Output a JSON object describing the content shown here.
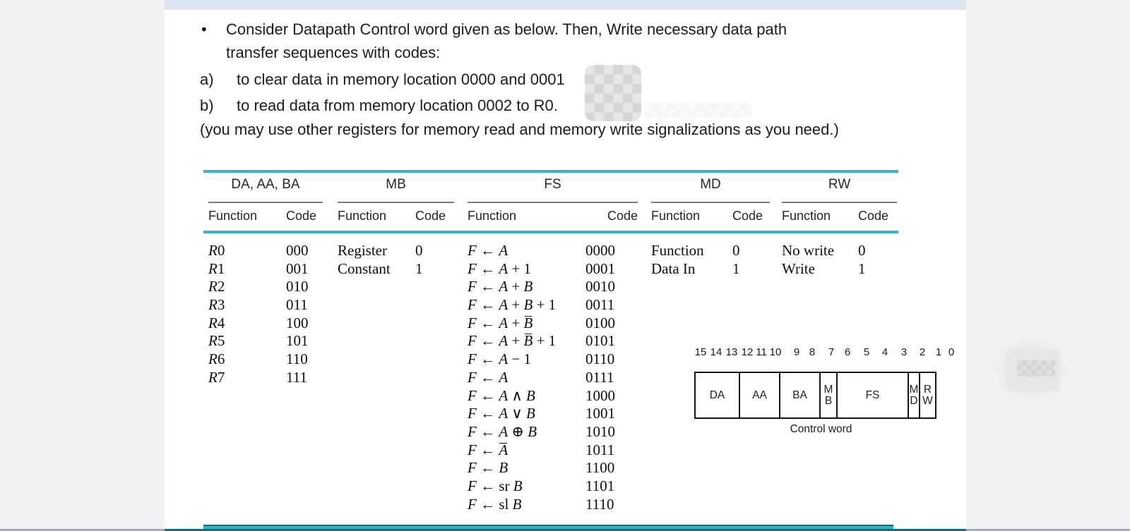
{
  "prompt": {
    "bullet": "•",
    "lines": [
      "Consider Datapath Control word given as below. Then, Write necessary data path",
      "transfer sequences with codes:"
    ],
    "items": [
      {
        "label": "a)",
        "text": "to clear data in memory location 0000 and 0001"
      },
      {
        "label": "b)",
        "text": "to read data from memory location 0002 to R0."
      }
    ],
    "note": "(you may use other registers for memory read and memory write signalizations as you need.)"
  },
  "table": {
    "groups": [
      {
        "name": "DA, AA, BA",
        "cols": [
          "Function",
          "Code"
        ],
        "rows": [
          [
            "R0",
            "000"
          ],
          [
            "R1",
            "001"
          ],
          [
            "R2",
            "010"
          ],
          [
            "R3",
            "011"
          ],
          [
            "R4",
            "100"
          ],
          [
            "R5",
            "101"
          ],
          [
            "R6",
            "110"
          ],
          [
            "R7",
            "111"
          ]
        ]
      },
      {
        "name": "MB",
        "cols": [
          "Function",
          "Code"
        ],
        "rows": [
          [
            "Register",
            "0"
          ],
          [
            "Constant",
            "1"
          ]
        ]
      },
      {
        "name": "FS",
        "cols": [
          "Function",
          "Code"
        ],
        "rows": [
          [
            "F ← A",
            "0000"
          ],
          [
            "F ← A + 1",
            "0001"
          ],
          [
            "F ← A + B",
            "0010"
          ],
          [
            "F ← A + B + 1",
            "0011"
          ],
          [
            "F ← A + B̅",
            "0100"
          ],
          [
            "F ← A + B̅ + 1",
            "0101"
          ],
          [
            "F ← A − 1",
            "0110"
          ],
          [
            "F ← A",
            "0111"
          ],
          [
            "F ← A ∧ B",
            "1000"
          ],
          [
            "F ← A ∨ B",
            "1001"
          ],
          [
            "F ← A ⊕ B",
            "1010"
          ],
          [
            "F ← A̅",
            "1011"
          ],
          [
            "F ← B",
            "1100"
          ],
          [
            "F ← sr B",
            "1101"
          ],
          [
            "F ← sl B",
            "1110"
          ]
        ]
      },
      {
        "name": "MD",
        "cols": [
          "Function",
          "Code"
        ],
        "rows": [
          [
            "Function",
            "0"
          ],
          [
            "Data In",
            "1"
          ]
        ]
      },
      {
        "name": "RW",
        "cols": [
          "Function",
          "Code"
        ],
        "rows": [
          [
            "No write",
            "0"
          ],
          [
            "Write",
            "1"
          ]
        ]
      }
    ]
  },
  "control_word": {
    "bit_labels": [
      "15",
      "14",
      "13",
      "12",
      "11",
      "10",
      "9",
      "8",
      "7",
      "6",
      "5",
      "4",
      "3",
      "2",
      "1",
      "0"
    ],
    "fields": [
      {
        "label": "DA"
      },
      {
        "label": "AA"
      },
      {
        "label": "BA"
      },
      {
        "label": "MB"
      },
      {
        "label": "FS"
      },
      {
        "label": "MD"
      },
      {
        "label": "RW"
      }
    ],
    "caption": "Control word"
  },
  "colors": {
    "accent_teal": "#39b3c4",
    "header_strip": "#dce6f2"
  }
}
